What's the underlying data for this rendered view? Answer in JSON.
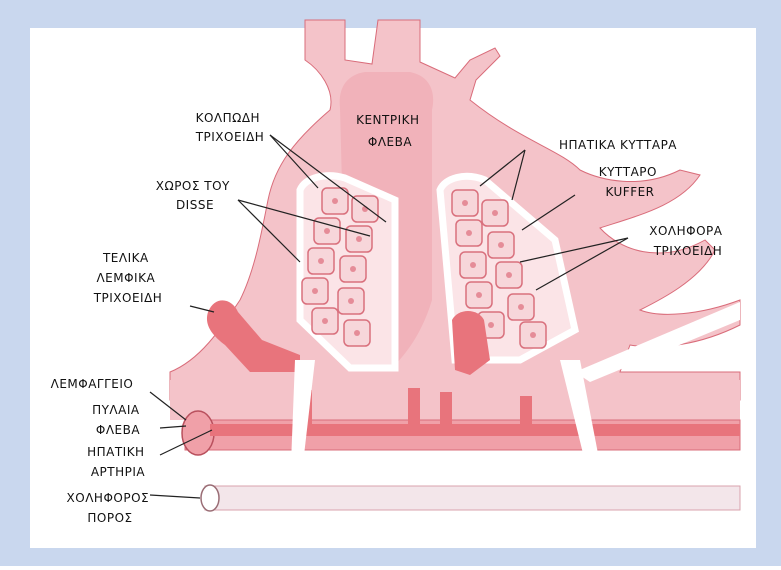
{
  "colors": {
    "frame": "#c9d7ee",
    "tissue": "#f4c3c9",
    "tissue_edge": "#d96c7a",
    "vessel": "#e8747c",
    "cell_fill": "#f7d6da",
    "cell_line": "#d9707d",
    "plate_line": "#ffffff"
  },
  "labels": {
    "central_vein": [
      "ΚΕΝΤΡΙΚΗ",
      "ΦΛΕΒΑ"
    ],
    "sinusoids": [
      "ΚΟΛΠΩΔΗ",
      "ΤΡΙΧΟΕΙΔΗ"
    ],
    "space_of_disse": [
      "ΧΩΡΟΣ ΤΟΥ",
      "DISSE"
    ],
    "lymph_capillaries": [
      "ΤΕΛΙΚΑ",
      "ΛΕΜΦΙΚΑ",
      "ΤΡΙΧΟΕΙΔΗ"
    ],
    "lymphatic": [
      "ΛΕΜΦΑΓΓΕΙΟ"
    ],
    "portal_vein": [
      "ΠΥΛΑΙΑ",
      "ΦΛΕΒΑ"
    ],
    "hepatic_artery": [
      "ΗΠΑΤΙΚΗ",
      "ΑΡΤΗΡΙΑ"
    ],
    "bile_duct": [
      "ΧΟΛΗΦΟΡΟΣ",
      "ΠΟΡΟΣ"
    ],
    "hepatocytes": [
      "ΗΠΑΤΙΚΑ ΚΥΤΤΑΡΑ"
    ],
    "kupffer_cell": [
      "ΚΥΤΤΑΡΟ",
      "KUFFER"
    ],
    "bile_canaliculi": [
      "ΧΟΛΗΦΟΡΑ",
      "ΤΡΙΧΟΕΙΔΗ"
    ]
  }
}
